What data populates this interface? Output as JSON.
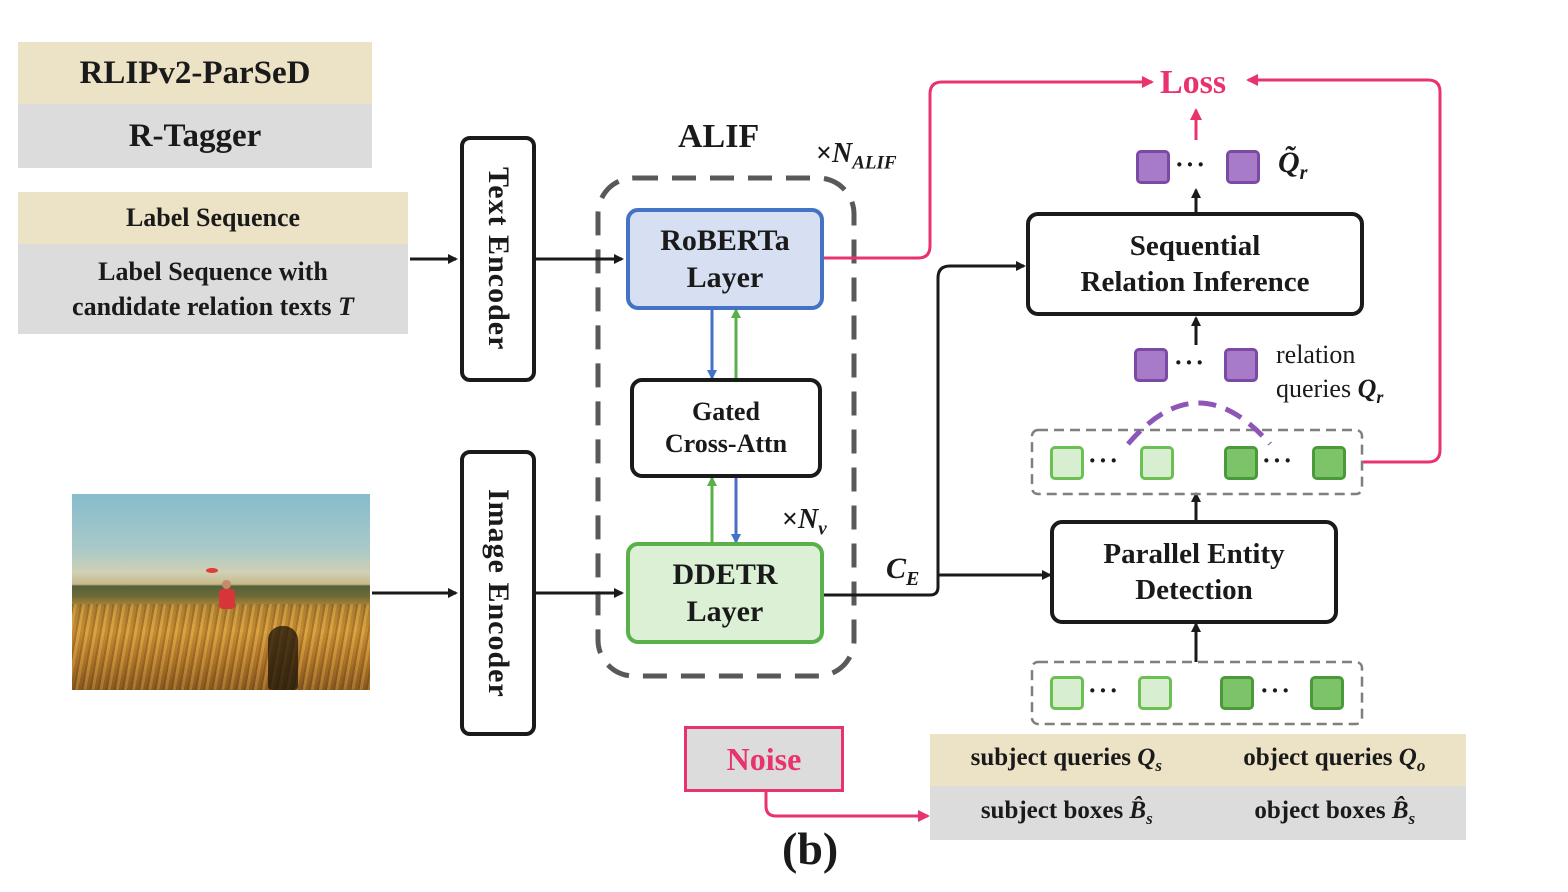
{
  "legend_top": {
    "row1": "RLIPv2-ParSeD",
    "row2": "R-Tagger"
  },
  "legend_label": {
    "row1": "Label Sequence",
    "row2_line1": "Label Sequence with",
    "row2_line2": "candidate relation texts ",
    "row2_var": "T"
  },
  "text_encoder": "Text Encoder",
  "image_encoder": "Image Encoder",
  "alif": {
    "title": "ALIF",
    "repeat": "×",
    "repeat_sym": "N",
    "repeat_sub": "ALIF"
  },
  "roberta": {
    "line1": "RoBERTa",
    "line2": "Layer"
  },
  "gated": {
    "line1": "Gated",
    "line2": "Cross-Attn"
  },
  "ddetr": {
    "line1": "DDETR",
    "line2": "Layer",
    "repeat": "×",
    "repeat_sym": "N",
    "repeat_sub": "v"
  },
  "ce": {
    "sym": "C",
    "sub": "E"
  },
  "loss": "Loss",
  "q_tilde": {
    "sym": "Q̃",
    "sub": "r"
  },
  "sri": {
    "line1": "Sequential",
    "line2": "Relation Inference"
  },
  "relation_queries": {
    "line1": "relation",
    "line2": "queries ",
    "sym": "Q",
    "sub": "r"
  },
  "ped": {
    "line1": "Parallel Entity",
    "line2": "Detection"
  },
  "noise": "Noise",
  "queries_legend": {
    "subject_q": "subject queries ",
    "subject_q_sym": "Q",
    "subject_q_sub": "s",
    "object_q": "object queries ",
    "object_q_sym": "Q",
    "object_q_sub": "o",
    "subject_b": "subject boxes ",
    "subject_b_sym": "B̂",
    "subject_b_sub": "s",
    "object_b": "object boxes ",
    "object_b_sym": "B̂",
    "object_b_sub": "s"
  },
  "ellipsis": "···",
  "caption": "(b)",
  "colors": {
    "tan": "#ece2c6",
    "gray": "#dcdcdc",
    "pink": "#e8336d",
    "blue": "#4472c4",
    "green": "#5ab14a",
    "purple": "#8e56b8"
  }
}
